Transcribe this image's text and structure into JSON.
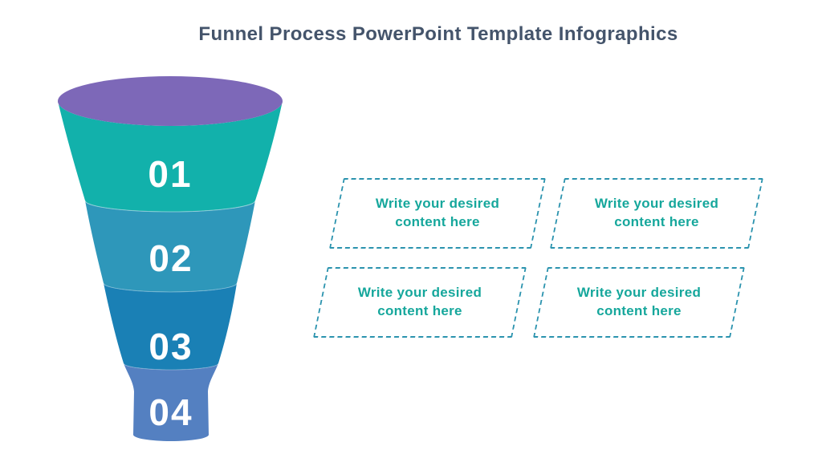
{
  "title": "Funnel Process PowerPoint Template Infographics",
  "funnel": {
    "top_color": "#7d68b8",
    "stages": [
      {
        "number": "01",
        "color": "#12b1ab"
      },
      {
        "number": "02",
        "color": "#2e97ba"
      },
      {
        "number": "03",
        "color": "#1a80b5"
      },
      {
        "number": "04",
        "color": "#5480c1"
      }
    ]
  },
  "content_boxes": [
    {
      "line1": "Write your desired",
      "line2": "content here"
    },
    {
      "line1": "Write your desired",
      "line2": "content here"
    },
    {
      "line1": "Write your desired",
      "line2": "content here"
    },
    {
      "line1": "Write your desired",
      "line2": "content here"
    }
  ],
  "colors": {
    "background": "#ffffff",
    "title_text": "#44546b",
    "box_border": "#2b93ae",
    "box_text": "#16a79c",
    "stage_number_text": "#ffffff"
  }
}
